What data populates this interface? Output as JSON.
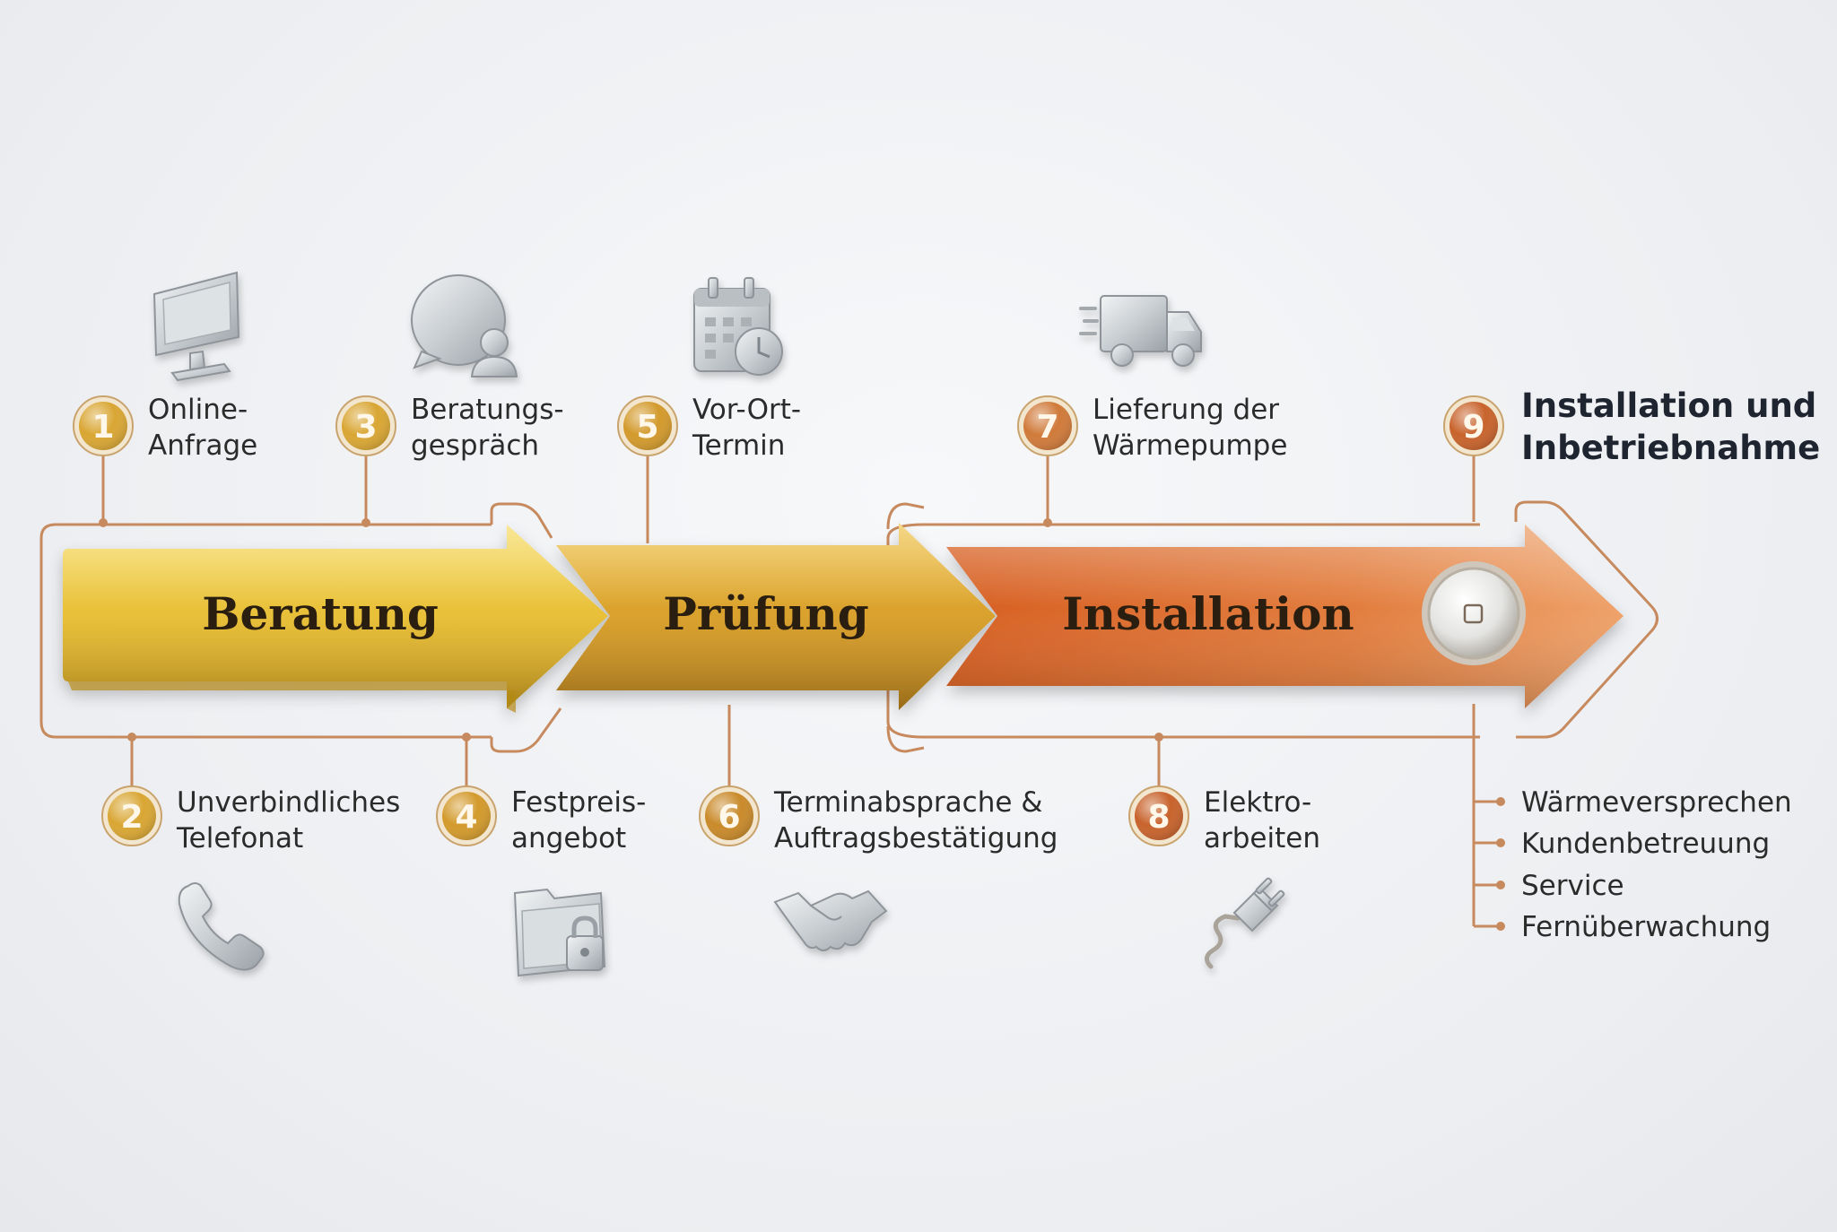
{
  "phases": [
    {
      "label": "Beratung",
      "color": "#e8be3a"
    },
    {
      "label": "Prüfung",
      "color": "#d79f24"
    },
    {
      "label": "Installation",
      "color": "#d86a2a"
    }
  ],
  "steps": [
    {
      "num": "1",
      "lines": [
        "Online-",
        "Anfrage"
      ],
      "icon": "monitor-icon",
      "badge_color": "#d9a633"
    },
    {
      "num": "2",
      "lines": [
        "Unverbindliches",
        "Telefonat"
      ],
      "icon": "phone-icon",
      "badge_color": "#d9a633"
    },
    {
      "num": "3",
      "lines": [
        "Beratungs-",
        "gespräch"
      ],
      "icon": "chat-user-icon",
      "badge_color": "#d9a633"
    },
    {
      "num": "4",
      "lines": [
        "Festpreis-",
        "angebot"
      ],
      "icon": "locked-folder-icon",
      "badge_color": "#d39a2c"
    },
    {
      "num": "5",
      "lines": [
        "Vor-Ort-",
        "Termin"
      ],
      "icon": "calendar-clock-icon",
      "badge_color": "#d39a2c"
    },
    {
      "num": "6",
      "lines": [
        "Terminabsprache &",
        "Auftragsbestätigung"
      ],
      "icon": "handshake-icon",
      "badge_color": "#c98a2a"
    },
    {
      "num": "7",
      "lines": [
        "Lieferung der",
        "Wärmepumpe"
      ],
      "icon": "delivery-truck-icon",
      "badge_color": "#d07a3a"
    },
    {
      "num": "8",
      "lines": [
        "Elektro-",
        "arbeiten"
      ],
      "icon": "plug-icon",
      "badge_color": "#c8632c"
    },
    {
      "num": "9",
      "lines": [
        "Installation und",
        "Inbetriebnahme"
      ],
      "icon": "",
      "badge_color": "#c8632c"
    }
  ],
  "bullets": [
    "Wärmeversprechen",
    "Kundenbetreuung",
    "Service",
    "Fernüberwachung"
  ],
  "colors": {
    "connector": "#c78a5e",
    "text": "#2b2b2b"
  }
}
